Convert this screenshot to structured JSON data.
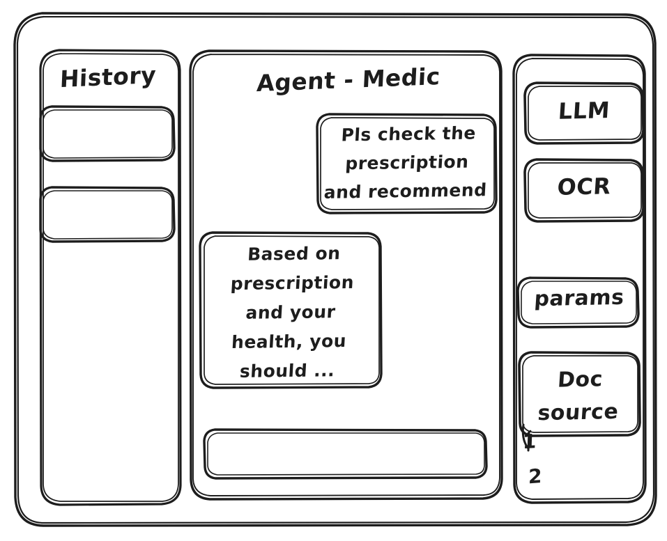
{
  "app": {
    "frame_name": "app-window",
    "background_color": "#ffffff",
    "ink_color": "#1d1d1d"
  },
  "sidebar_left": {
    "title": "History",
    "items": [
      {
        "label": "",
        "name": "history-item-1"
      },
      {
        "label": "",
        "name": "history-item-2"
      }
    ]
  },
  "main": {
    "title": "Agent - Medic",
    "messages": [
      {
        "role": "user",
        "text": "Pls check the\nprescription\nand recommend"
      },
      {
        "role": "assistant",
        "text": "Based on\nprescription\nand your\nhealth, you\nshould ..."
      }
    ],
    "composer": {
      "value": "",
      "placeholder": ""
    }
  },
  "sidebar_right": {
    "tools": [
      {
        "label": "LLM",
        "name": "tool-llm"
      },
      {
        "label": "OCR",
        "name": "tool-ocr"
      }
    ],
    "config": [
      {
        "label": "params",
        "name": "tool-params"
      },
      {
        "label": "Doc\nsource",
        "name": "tool-doc-source"
      }
    ],
    "doc_list": [
      {
        "label": "1"
      },
      {
        "label": "2"
      }
    ]
  }
}
